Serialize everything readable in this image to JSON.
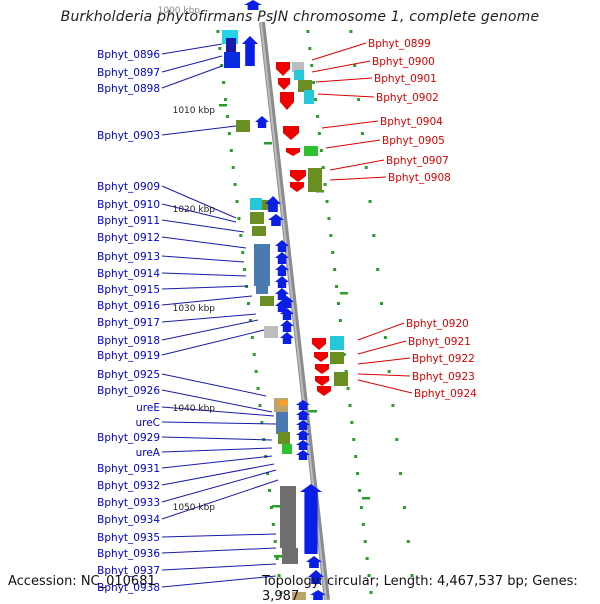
{
  "title": "Burkholderia phytofirmans PsJN chromosome 1, complete genome",
  "footer": {
    "accession": "Accession: NC_010681",
    "summary": "Topology: circular; Length: 4,467,537 bp; Genes: 3,987"
  },
  "colors": {
    "reverse_label": "#0000cc",
    "forward_label": "#dd0000",
    "leader_left": "#1a1aa8",
    "leader_right": "#dd0000",
    "backbone": "#8c8c8c",
    "tick": "#2a9e2a"
  },
  "scale_labels": [
    "1000 kbp",
    "1010 kbp",
    "1020 kbp",
    "1030 kbp",
    "1040 kbp",
    "1050 kbp"
  ],
  "left_genes": [
    "Bphyt_0896",
    "Bphyt_0897",
    "Bphyt_0898",
    "Bphyt_0903",
    "Bphyt_0909",
    "Bphyt_0910",
    "Bphyt_0911",
    "Bphyt_0912",
    "Bphyt_0913",
    "Bphyt_0914",
    "Bphyt_0915",
    "Bphyt_0916",
    "Bphyt_0917",
    "Bphyt_0918",
    "Bphyt_0919",
    "Bphyt_0925",
    "Bphyt_0926",
    "ureE",
    "ureC",
    "Bphyt_0929",
    "ureA",
    "Bphyt_0931",
    "Bphyt_0932",
    "Bphyt_0933",
    "Bphyt_0934",
    "Bphyt_0935",
    "Bphyt_0936",
    "Bphyt_0937",
    "Bphyt_0938"
  ],
  "right_genes": [
    "Bphyt_0899",
    "Bphyt_0900",
    "Bphyt_0901",
    "Bphyt_0902",
    "Bphyt_0904",
    "Bphyt_0905",
    "Bphyt_0907",
    "Bphyt_0908",
    "Bphyt_0920",
    "Bphyt_0921",
    "Bphyt_0922",
    "Bphyt_0923",
    "Bphyt_0924"
  ]
}
